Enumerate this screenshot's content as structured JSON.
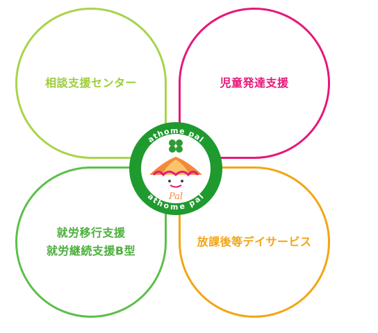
{
  "services": {
    "consultation": {
      "label": "相談支援センター"
    },
    "child_dev": {
      "label": "児童発達支援"
    },
    "employment": {
      "line1": "就労移行支援",
      "line2": "就労継続支援B型"
    },
    "after_school": {
      "label": "放課後等デイサービス"
    }
  },
  "logo": {
    "ring_text": "athome pal",
    "center_text": "Pal"
  },
  "colors": {
    "consultation": "#9ccd3b",
    "child_dev": "#e6177a",
    "employment": "#4cae3c",
    "after_school": "#f2a514",
    "logo_ring": "#1f9a2f"
  }
}
